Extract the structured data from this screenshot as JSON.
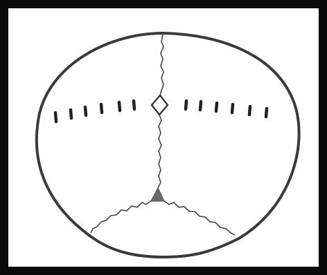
{
  "figure": {
    "subject": "skull-top-view-sketch",
    "colors": {
      "border": "#0a0a0a",
      "outline": "#3a3a3a",
      "suture": "#444444",
      "fontanelle_fill": "#6a6a6a",
      "background": "#ffffff"
    },
    "elements": {
      "outline": "skull-outline",
      "sagittal_suture": "sagittal-suture",
      "anterior_fontanelle": "anterior-fontanelle",
      "posterior_fontanelle": "posterior-fontanelle",
      "lambdoid_sutures": [
        "lambdoid-suture-left",
        "lambdoid-suture-right"
      ],
      "coronal_marks_left_count": 6,
      "coronal_marks_right_count": 6
    }
  }
}
